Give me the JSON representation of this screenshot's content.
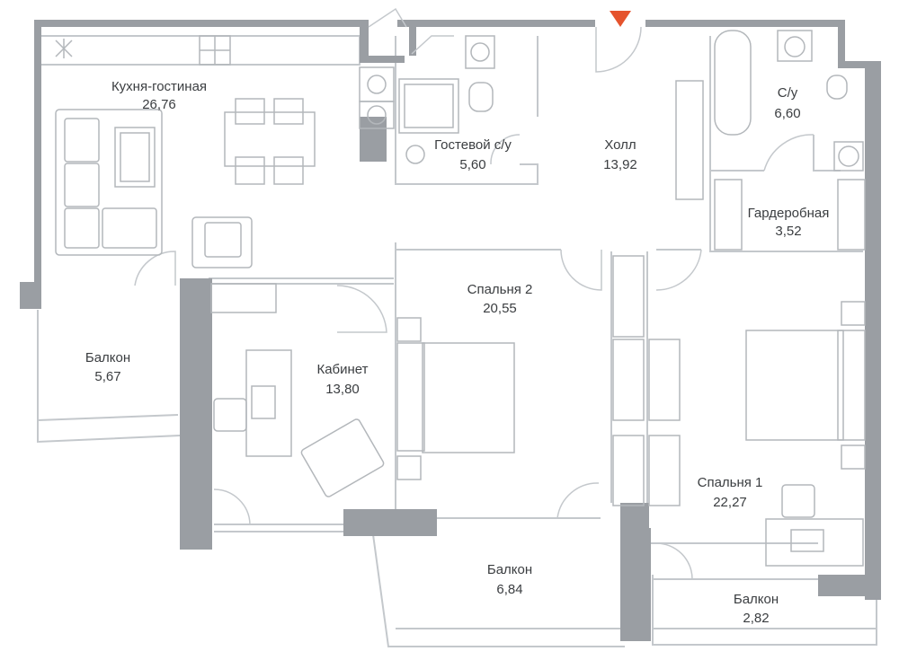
{
  "rooms": [
    {
      "id": "kitchen-living",
      "name": "Кухня-гостиная",
      "area": "26,76"
    },
    {
      "id": "guest-wc",
      "name": "Гостевой с/у",
      "area": "5,60"
    },
    {
      "id": "hall",
      "name": "Холл",
      "area": "13,92"
    },
    {
      "id": "bathroom",
      "name": "С/у",
      "area": "6,60"
    },
    {
      "id": "wardrobe",
      "name": "Гардеробная",
      "area": "3,52"
    },
    {
      "id": "bedroom-2",
      "name": "Спальня 2",
      "area": "20,55"
    },
    {
      "id": "study",
      "name": "Кабинет",
      "area": "13,80"
    },
    {
      "id": "balcony-west",
      "name": "Балкон",
      "area": "5,67"
    },
    {
      "id": "balcony-south",
      "name": "Балкон",
      "area": "6,84"
    },
    {
      "id": "bedroom-1",
      "name": "Спальня 1",
      "area": "22,27"
    },
    {
      "id": "balcony-east",
      "name": "Балкон",
      "area": "2,82"
    }
  ],
  "colors": {
    "wall": "#9a9ea3",
    "line": "#c4c8cc",
    "entrance": "#e5532d",
    "text": "#3a3d40"
  },
  "icons": {
    "entrance": "triangle-down-icon"
  }
}
